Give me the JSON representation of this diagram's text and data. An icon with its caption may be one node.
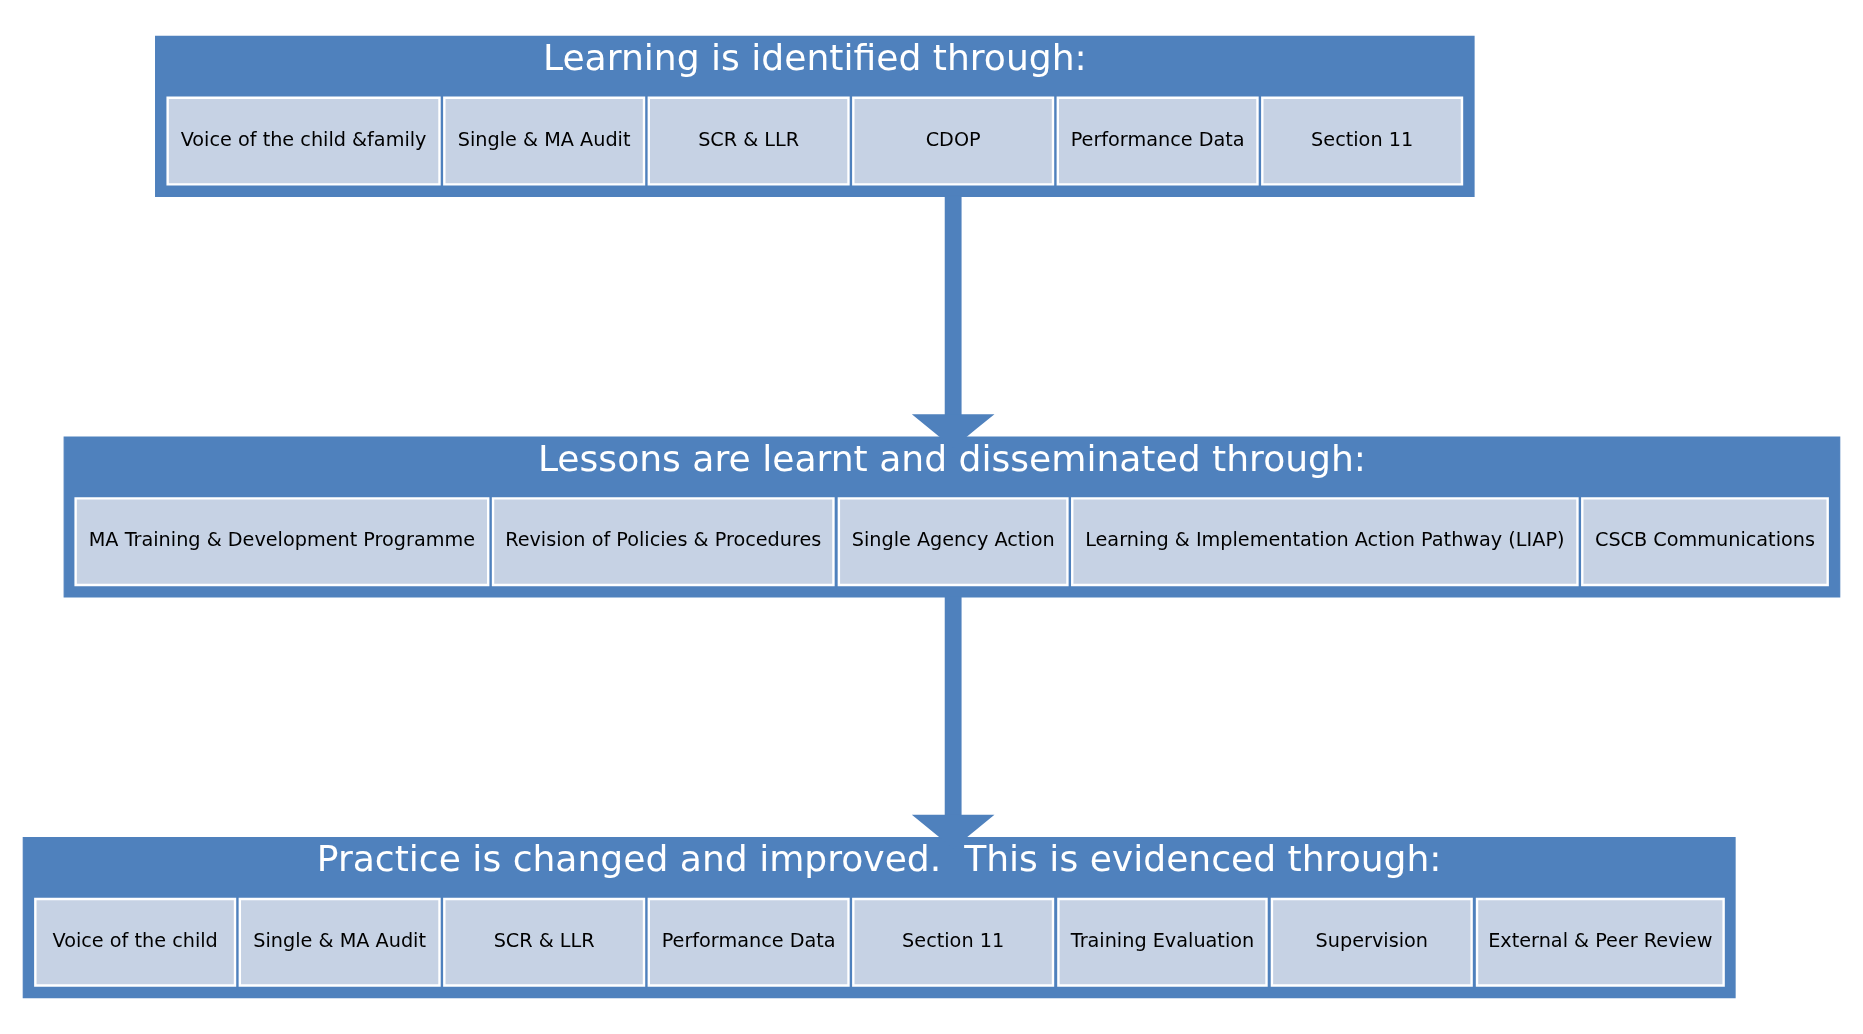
{
  "diagram": {
    "nodes": [
      {
        "text": [
          "Learning is identified through:"
        ]
      },
      {
        "text": [
          "Voice of the child &family"
        ],
        "in": 0
      },
      {
        "text": [
          "Single & MA Audit"
        ],
        "in": 0
      },
      {
        "text": [
          "SCR & LLR"
        ],
        "in": 0
      },
      {
        "text": [
          "CDOP"
        ],
        "in": 0
      },
      {
        "text": [
          "Performance Data"
        ],
        "in": 0
      },
      {
        "text": [
          "Section 11"
        ],
        "in": 0
      },
      {
        "text": [
          "Lessons are learnt and disseminated through:"
        ]
      },
      {
        "text": [
          "MA Training & Development Programme"
        ],
        "in": 7
      },
      {
        "text": [
          "Revision of Policies & Procedures"
        ],
        "in": 7
      },
      {
        "text": [
          "Single Agency Action"
        ],
        "in": 7
      },
      {
        "text": [
          "Learning & Implementation Action Pathway (LIAP)"
        ],
        "in": 7
      },
      {
        "text": [
          "CSCB Communications"
        ],
        "in": 7
      },
      {
        "text": [
          "Practice is changed and improved.  This is evidenced through:"
        ]
      },
      {
        "text": [
          "Voice of the child"
        ],
        "in": 13
      },
      {
        "text": [
          "Single & MA Audit"
        ],
        "in": 13
      },
      {
        "text": [
          "SCR & LLR"
        ],
        "in": 13
      },
      {
        "text": [
          "Performance Data"
        ],
        "in": 13
      },
      {
        "text": [
          "Section 11"
        ],
        "in": 13
      },
      {
        "text": [
          "Training Evaluation"
        ],
        "in": 13
      },
      {
        "text": [
          "Supervision"
        ],
        "in": 13
      },
      {
        "text": [
          "External & Peer Review"
        ],
        "in": 13
      }
    ],
    "edges": [
      {
        "from": 0,
        "to": 7,
        "arrow": "to"
      },
      {
        "from": 7,
        "to": 13,
        "arrow": "to"
      }
    ]
  }
}
